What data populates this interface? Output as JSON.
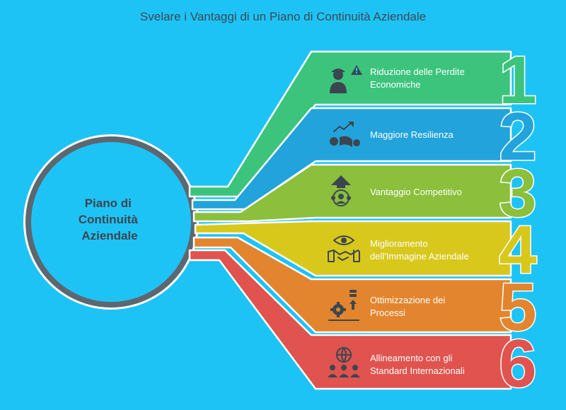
{
  "title": "Svelare i Vantaggi di un Piano di Continuità Aziendale",
  "center": {
    "lines": [
      "Piano di",
      "Continuità",
      "Aziendale"
    ]
  },
  "items": [
    {
      "number": "1",
      "lines": [
        "Riduzione delle Perdite",
        "Economiche"
      ],
      "color": "#3cc47c",
      "icon": "worker-warning-icon"
    },
    {
      "number": "2",
      "lines": [
        "Maggiore Resilienza"
      ],
      "color": "#22a3dc",
      "icon": "resilience-growth-icon"
    },
    {
      "number": "3",
      "lines": [
        "Vantaggio Competitivo"
      ],
      "color": "#8bbf3c",
      "icon": "competitive-advantage-icon"
    },
    {
      "number": "4",
      "lines": [
        "Miglioramento",
        "dell'Immagine Aziendale"
      ],
      "color": "#d8c81c",
      "icon": "image-handshake-icon"
    },
    {
      "number": "5",
      "lines": [
        "Ottimizzazione dei",
        "Processi"
      ],
      "color": "#e3852e",
      "icon": "process-gear-icon"
    },
    {
      "number": "6",
      "lines": [
        "Allineamento con gli",
        "Standard Internazionali"
      ],
      "color": "#e0534e",
      "icon": "global-team-icon"
    }
  ],
  "colors": {
    "background": "#1ec3f6",
    "ring": "#5d6770",
    "text_dark": "#3b4650"
  }
}
